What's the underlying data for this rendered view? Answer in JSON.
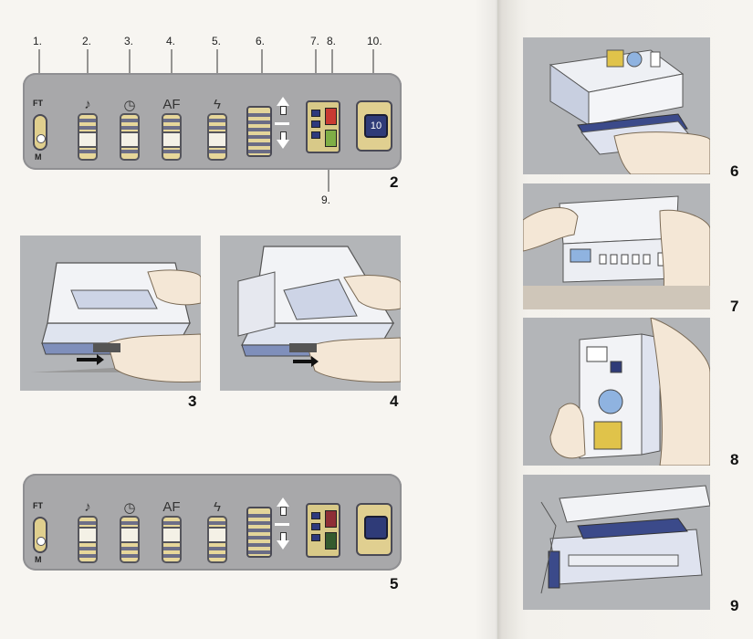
{
  "figures": {
    "fig2": {
      "number": "2",
      "callouts": [
        "1.",
        "2.",
        "3.",
        "4.",
        "5.",
        "6.",
        "7.",
        "8.",
        "10.",
        "9."
      ],
      "shutter_label": "10",
      "fm_labels": {
        "top": "FT",
        "bottom": "M"
      },
      "control_icons": [
        "note-icon",
        "self-timer-icon",
        "autofocus-icon",
        "flash-icon"
      ],
      "icon_glyphs": [
        "♪",
        "◷",
        "AF",
        "ϟ"
      ]
    },
    "fig3": {
      "number": "3"
    },
    "fig4": {
      "number": "4"
    },
    "fig5": {
      "number": "5",
      "fm_labels": {
        "top": "FT",
        "bottom": "M"
      },
      "icon_glyphs": [
        "♪",
        "◷",
        "AF",
        "ϟ"
      ]
    },
    "fig6": {
      "number": "6"
    },
    "fig7": {
      "number": "7"
    },
    "fig8": {
      "number": "8"
    },
    "fig9": {
      "number": "9"
    }
  },
  "colors": {
    "panel": "#a8a8aa",
    "switch": "#e7d79a",
    "led_red": "#c93a32",
    "led_green": "#7fae46",
    "shutter_button": "#2f3b78",
    "bar_dark": "#2e3a7d"
  }
}
